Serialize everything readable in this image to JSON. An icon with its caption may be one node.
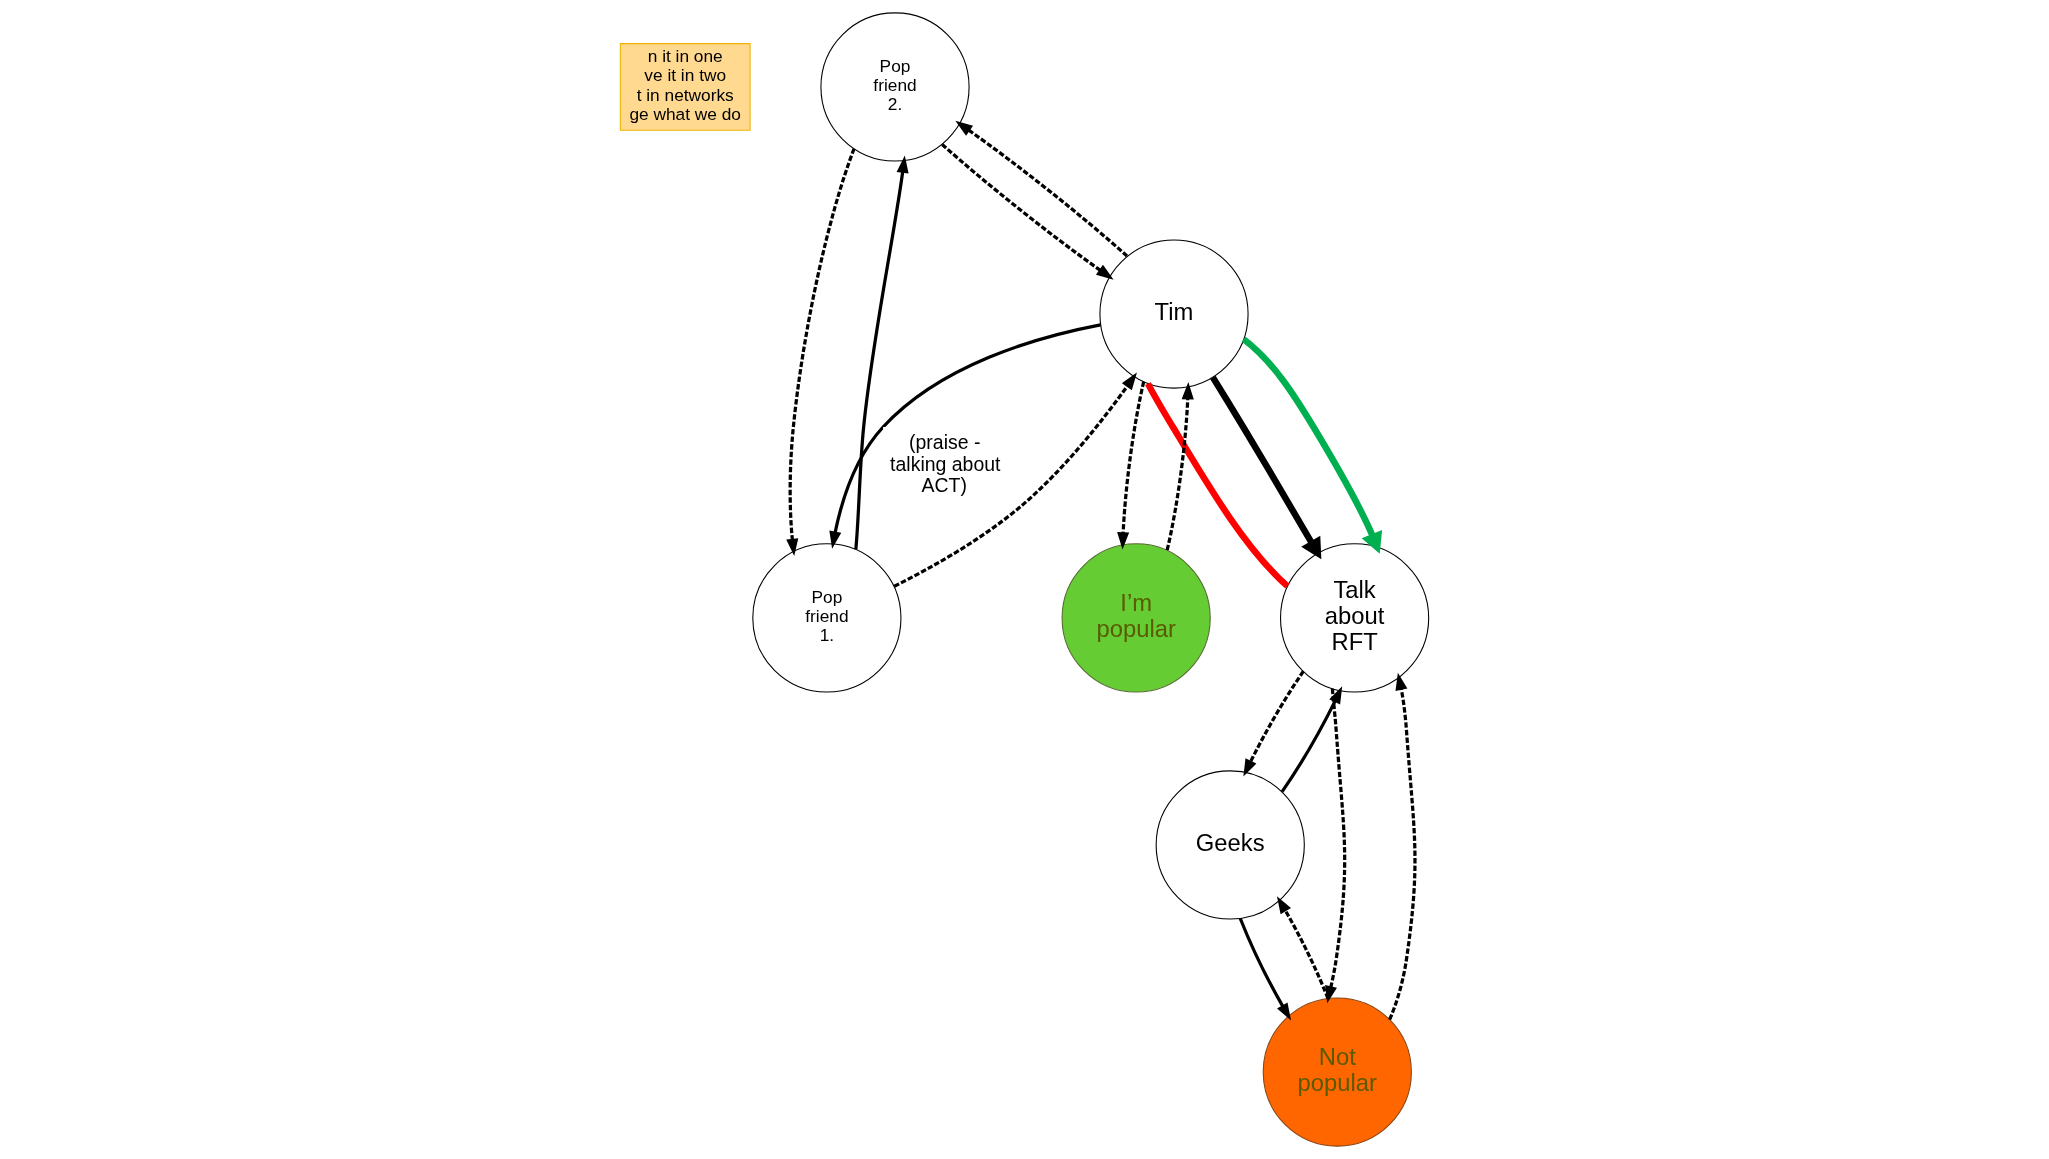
{
  "diagram": {
    "nodes": [
      {
        "text": [
          "n it in one",
          "ve it in two",
          "t in networks",
          "ge what we do"
        ]
      },
      {
        "text": [
          "Pop friend 2."
        ]
      },
      {
        "text": [
          "Tim"
        ]
      },
      {
        "text": [
          "Pop friend 1."
        ]
      },
      {
        "text": [
          "Geeks"
        ]
      },
      {
        "text": [
          "Talk about RFT"
        ]
      },
      {
        "text": [
          "I’m popular"
        ]
      },
      {
        "text": [
          "Not popular"
        ]
      }
    ],
    "edges": [
      {
        "from": 1,
        "to": 2,
        "arrow": "to",
        "style": "dashed"
      },
      {
        "from": 2,
        "to": 1,
        "arrow": "to",
        "style": "dashed"
      },
      {
        "from": 1,
        "to": 3,
        "arrow": "to",
        "style": "dashed"
      },
      {
        "from": 3,
        "to": 1,
        "arrow": "to"
      },
      {
        "from": 3,
        "to": 2,
        "arrow": "to",
        "style": "dashed"
      },
      {
        "from": 2,
        "to": 3,
        "arrow": "to",
        "label": "(praise - talking about ACT)"
      },
      {
        "from": 5,
        "to": 4,
        "arrow": "to",
        "style": "dashed"
      },
      {
        "from": 4,
        "to": 5,
        "arrow": "to"
      },
      {
        "from": 2,
        "to": 6,
        "arrow": "to",
        "style": "dashed"
      },
      {
        "from": 6,
        "to": 2,
        "arrow": "to",
        "style": "dashed"
      },
      {
        "from": 4,
        "to": 7,
        "arrow": "to"
      },
      {
        "from": 7,
        "to": 4,
        "arrow": "to",
        "style": "dashed"
      },
      {
        "from": 5,
        "to": 7,
        "arrow": "to",
        "style": "dashed"
      },
      {
        "from": 7,
        "to": 5,
        "arrow": "to",
        "style": "dashed"
      },
      {
        "from": 2,
        "to": 5,
        "arrow": "none",
        "style": "thick",
        "color": "#ff0000"
      },
      {
        "from": 2,
        "to": 5,
        "arrow": "to",
        "style": "thick"
      },
      {
        "from": 2,
        "to": 5,
        "arrow": "to",
        "style": "thick",
        "color": "#00b050"
      }
    ]
  }
}
